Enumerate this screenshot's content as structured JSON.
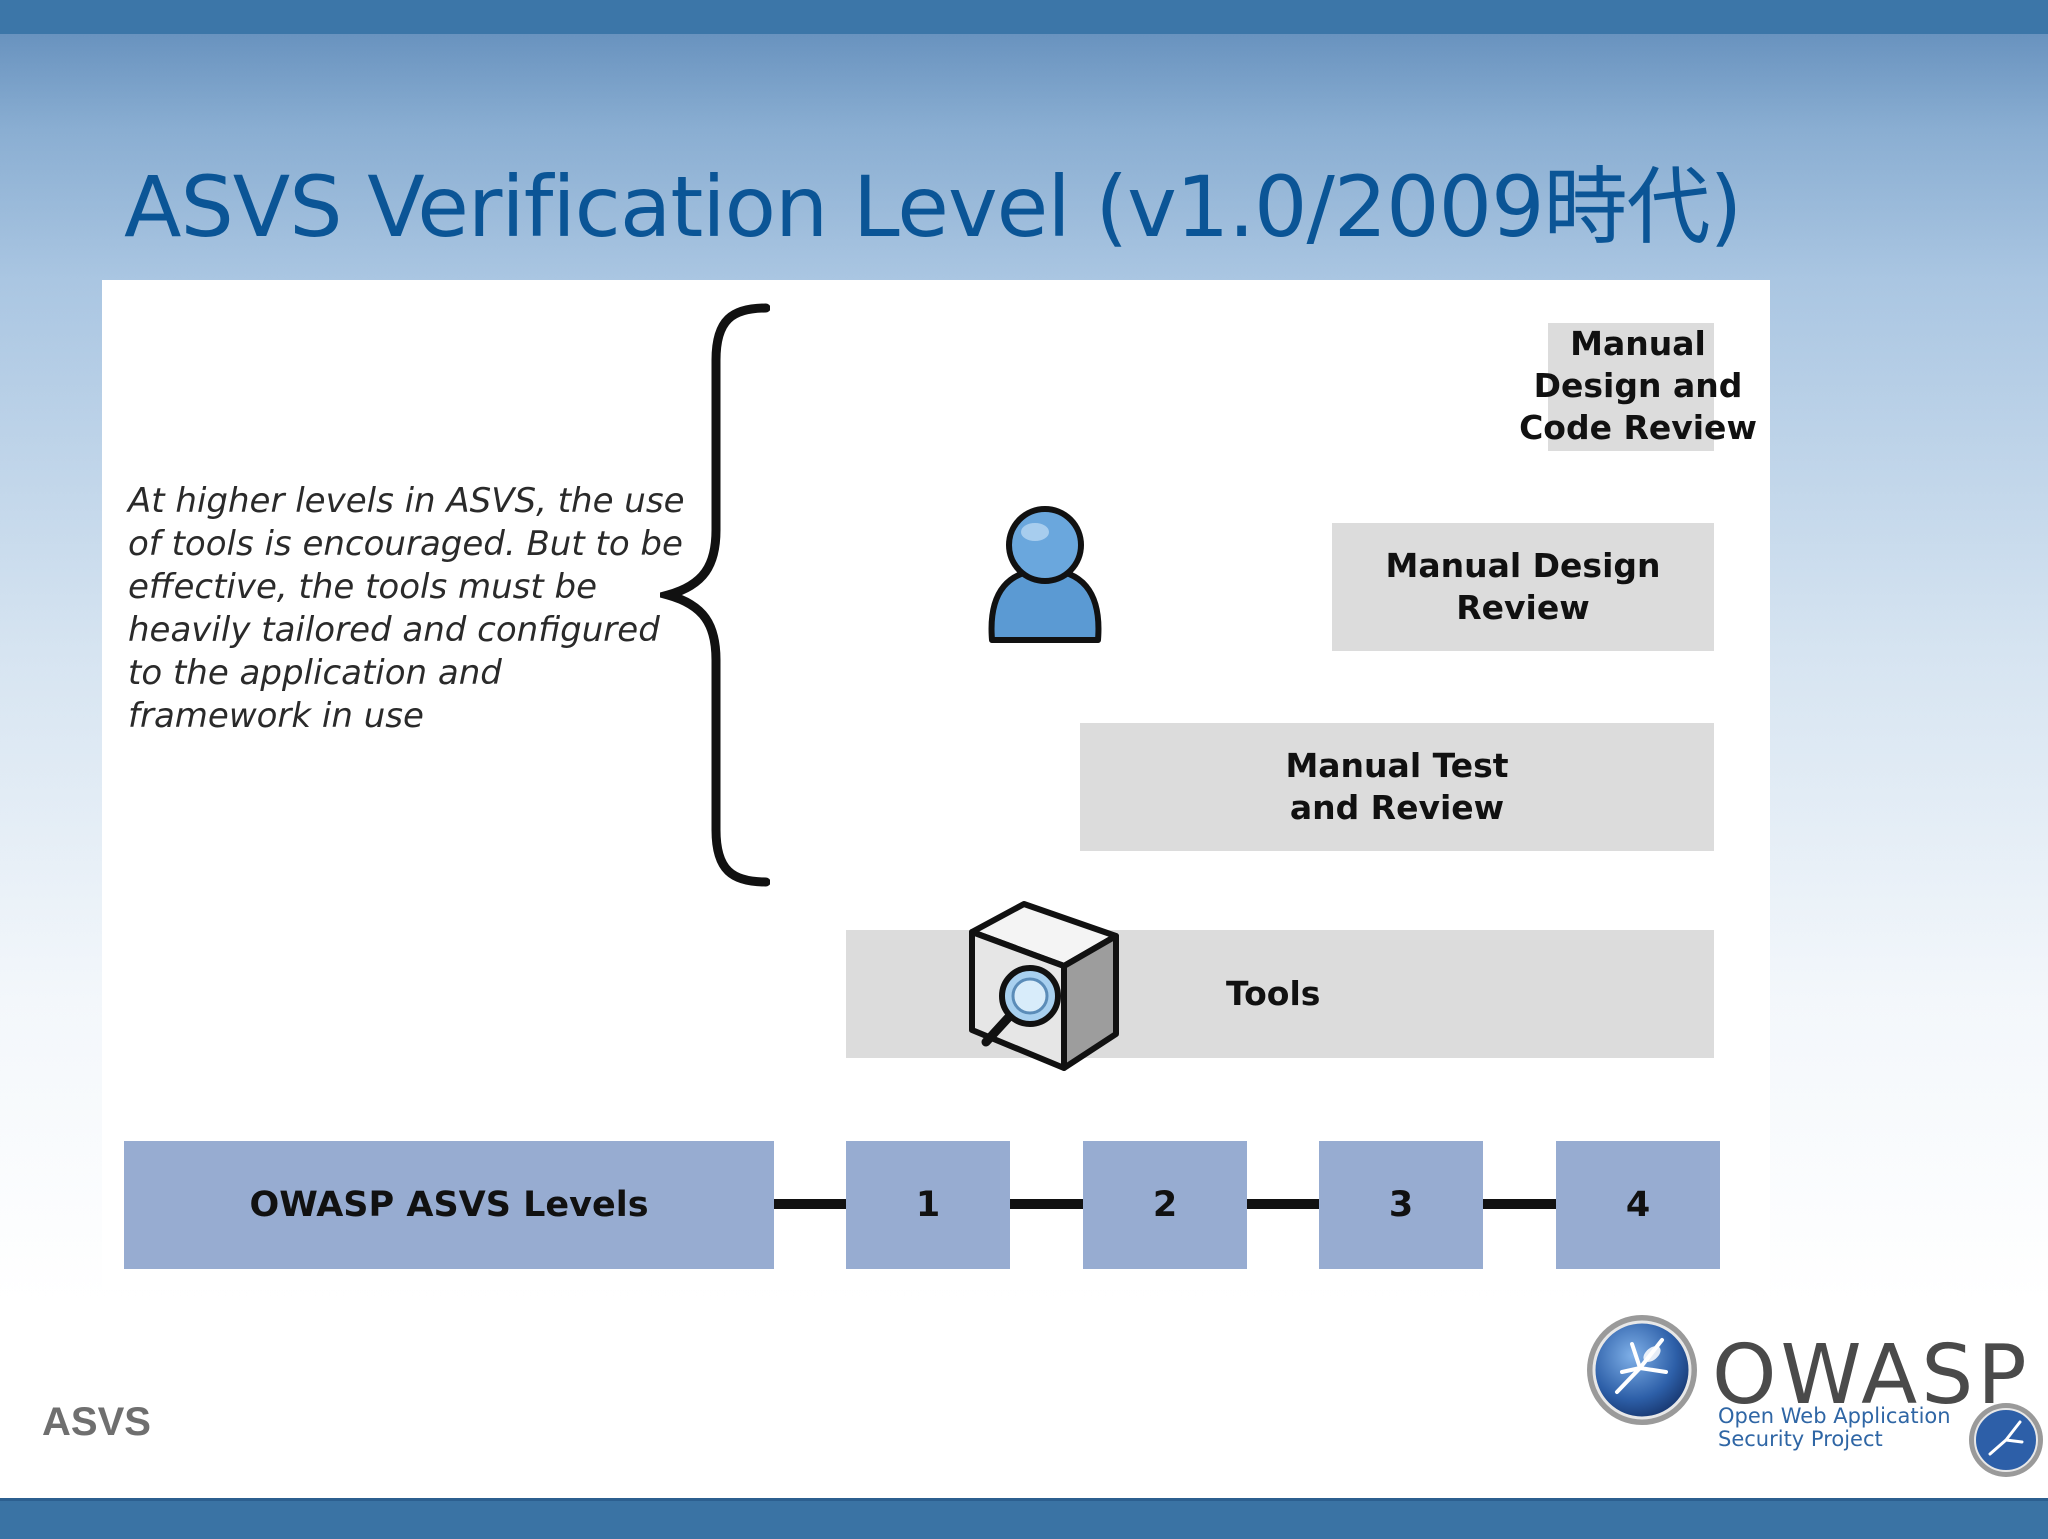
{
  "slide": {
    "title": "ASVS Verification Level (v1.0/2009時代)",
    "footer_tag": "ASVS"
  },
  "diagram": {
    "intro_text": "At higher levels in ASVS, the use of tools is encouraged. But to be effective, the tools must be heavily tailored and configured to the application and framework in use",
    "boxes": {
      "tools": "Tools",
      "manual_test": "Manual Test\nand Review",
      "manual_design": "Manual Design\nReview",
      "manual_design_code": "Manual\nDesign and\nCode Review"
    },
    "levels_label": "OWASP ASVS Levels",
    "levels": [
      "1",
      "2",
      "3",
      "4"
    ]
  },
  "logo": {
    "word": "OWASP",
    "subtitle": "Open Web Application\nSecurity Project"
  },
  "colors": {
    "title": "#0b5596",
    "level_box": "#97acd1",
    "step_box": "#dcdcdc",
    "bar": "#3c76a8"
  }
}
